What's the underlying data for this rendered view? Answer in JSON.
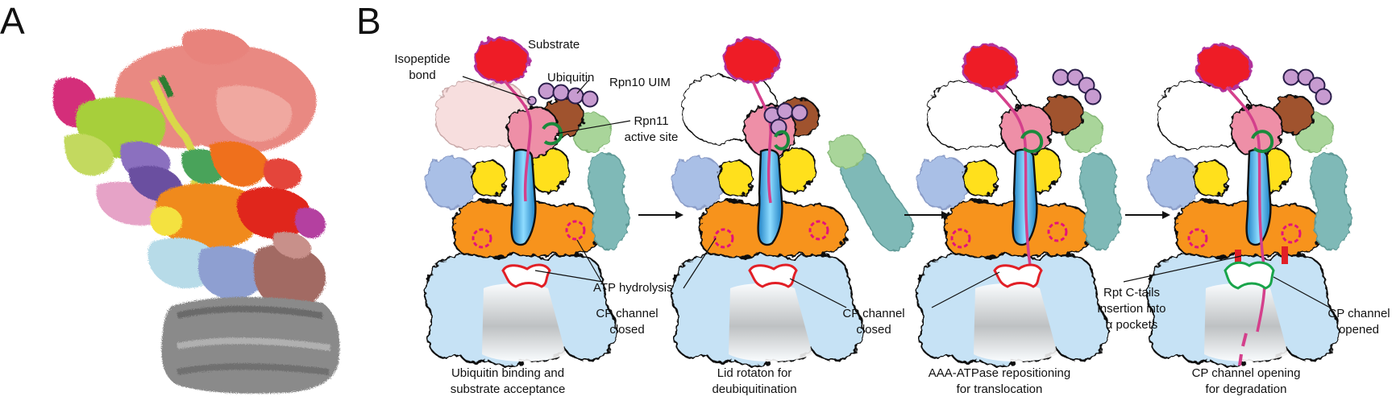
{
  "panels": {
    "a": "A",
    "b": "B"
  },
  "labels": {
    "substrate": "Substrate",
    "isopeptide_1": "Isopeptide",
    "isopeptide_2": "bond",
    "ubiquitin": "Ubiquitin",
    "rpn10": "Rpn10 UIM",
    "rpn11_1": "Rpn11",
    "rpn11_2": "active site",
    "atp": "ATP hydrolysis",
    "cp_closed_1": "CP channel",
    "cp_closed_2": "closed",
    "cp_closed_b1": "CP channel",
    "cp_closed_b2": "closed",
    "rpt_1": "Rpt C-tails",
    "rpt_2": "insertion into",
    "rpt_3": "α pockets",
    "cp_open_1": "CP channel",
    "cp_open_2": "opened"
  },
  "stages": [
    {
      "line1": "Ubiquitin binding and",
      "line2": "substrate acceptance"
    },
    {
      "line1": "Lid rotaton for",
      "line2": "deubiquitination"
    },
    {
      "line1": "AAA-ATPase repositioning",
      "line2": "for translocation"
    },
    {
      "line1": "CP channel opening",
      "line2": "for degradation"
    }
  ],
  "colors": {
    "substrate": "#ee1c25",
    "substrate_edge": "#b0309b",
    "ubiquitin": "#c79bd0",
    "rpn10": "#a0522d",
    "rpn11": "#ee8fa7",
    "active_site": "#1a8a3c",
    "lid_left": "#f7dede",
    "rpt_yellow": "#ffe01b",
    "atpase": "#f7931e",
    "channel": "#3fb8f0",
    "cp": "#c6e2f5",
    "teal": "#7fb9b7",
    "green_lobe": "#a9d59a",
    "blue_lobe": "#a9bfe6",
    "atp_ring": "#e4127a",
    "cp_gate": "#e11f26",
    "cp_gate_open": "#19a44a",
    "thread": "#d4408c"
  }
}
